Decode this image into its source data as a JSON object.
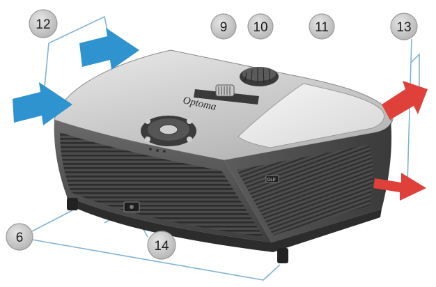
{
  "diagram": {
    "callouts": [
      {
        "id": "c12",
        "label": "12"
      },
      {
        "id": "c9",
        "label": "9"
      },
      {
        "id": "c10",
        "label": "10"
      },
      {
        "id": "c11",
        "label": "11"
      },
      {
        "id": "c13",
        "label": "13"
      },
      {
        "id": "c6",
        "label": "6"
      },
      {
        "id": "c14",
        "label": "14"
      }
    ],
    "logo_text": "Optoma",
    "badge_text": "DLP",
    "colors": {
      "intake_arrow": "#2f93d0",
      "exhaust_arrow": "#e0403a",
      "callout_fill": "#c8c8c8",
      "leader_line": "#7fb3d6"
    }
  }
}
